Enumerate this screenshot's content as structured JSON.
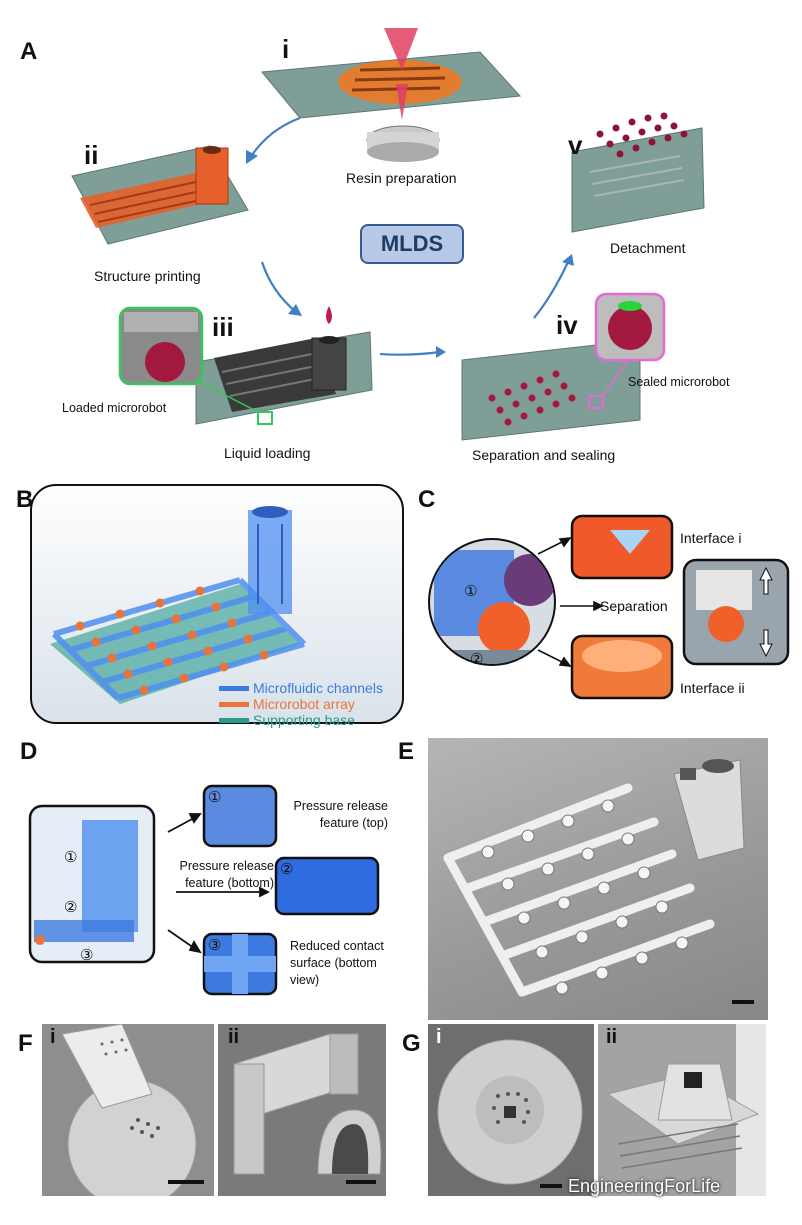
{
  "panels": {
    "A": "A",
    "B": "B",
    "C": "C",
    "D": "D",
    "E": "E",
    "F": "F",
    "G": "G"
  },
  "panel_a": {
    "center_label": "MLDS",
    "steps": [
      {
        "numeral": "i",
        "caption": "Resin preparation"
      },
      {
        "numeral": "ii",
        "caption": "Structure printing"
      },
      {
        "numeral": "iii",
        "caption": "Liquid loading"
      },
      {
        "numeral": "iv",
        "caption": "Separation and sealing"
      },
      {
        "numeral": "v",
        "caption": "Detachment"
      }
    ],
    "inset_loaded": "Loaded microrobot",
    "inset_sealed": "Sealed microrobot"
  },
  "panel_b": {
    "legend": [
      {
        "label": "Microfluidic channels",
        "color": "#3d7be0"
      },
      {
        "label": "Microrobot array",
        "color": "#e8743a"
      },
      {
        "label": "Supporting base",
        "color": "#2a9a8c"
      }
    ]
  },
  "panel_c": {
    "interface_i": "Interface i",
    "separation": "Separation",
    "interface_ii": "Interface ii",
    "marker_1": "①",
    "marker_2": "②"
  },
  "panel_d": {
    "markers": [
      "①",
      "②",
      "③"
    ],
    "feature_top_line1": "Pressure release",
    "feature_top_line2": "feature (top)",
    "feature_bottom_line1": "Pressure release",
    "feature_bottom_line2": "feature (bottom)",
    "reduced_line1": "Reduced contact",
    "reduced_line2": "surface (bottom",
    "reduced_line3": "view)"
  },
  "panel_f": {
    "sub_i": "i",
    "sub_ii": "ii"
  },
  "panel_g": {
    "sub_i": "i",
    "sub_ii": "ii"
  },
  "watermark": "EngineeringForLife",
  "colors": {
    "slab": "#7f9e98",
    "structure_orange": "#e5602b",
    "structure_dark": "#3a3a3a",
    "microrobot": "#a3183e",
    "arrow_blue": "#3f7fc2",
    "channel_blue": "#4f8ff0"
  }
}
